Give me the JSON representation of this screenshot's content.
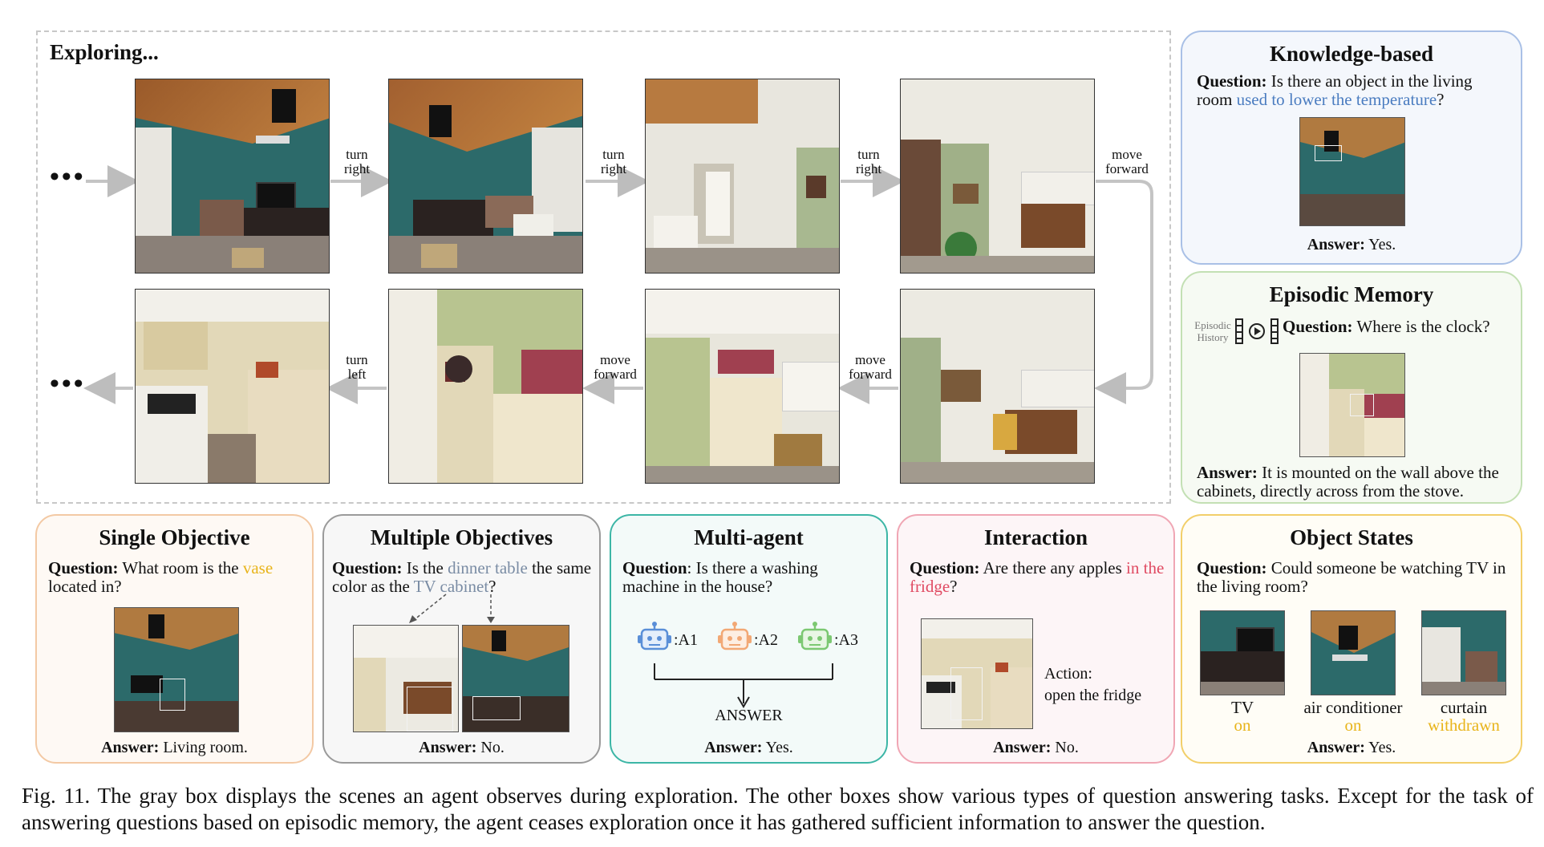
{
  "exploring": {
    "title": "Exploring...",
    "ellipsis": "•••",
    "actions": {
      "turn_right": [
        "turn",
        "right"
      ],
      "move_forward": [
        "move",
        "forward"
      ],
      "turn_left": [
        "turn",
        "left"
      ]
    }
  },
  "knowledge": {
    "title": "Knowledge-based",
    "q_label": "Question:",
    "q_pre": " Is there an object in the living room ",
    "q_hl": "used to lower the temperature",
    "q_post": "?",
    "a_label": "Answer:",
    "a_text": " Yes."
  },
  "episodic": {
    "title": "Episodic Memory",
    "history_label_1": "Episodic",
    "history_label_2": "History",
    "q_label": "Question:",
    "q_text": " Where is the clock?",
    "a_label": "Answer:",
    "a_text": " It is mounted on the wall above the cabinets, directly across from the stove."
  },
  "single": {
    "title": "Single Objective",
    "q_label": "Question:",
    "q_pre": " What room is the ",
    "q_hl": "vase",
    "q_post": " located in?",
    "a_label": "Answer:",
    "a_text": " Living room."
  },
  "multiple": {
    "title": "Multiple Objectives",
    "q_label": "Question:",
    "q_pre": " Is the ",
    "q_hl1": "dinner table",
    "q_mid": " the same color as the ",
    "q_hl2": "TV cabinet",
    "q_post": "?",
    "a_label": "Answer:",
    "a_text": " No."
  },
  "multiagent": {
    "title": "Multi-agent",
    "q_label": "Question",
    "q_text": ": Is there a washing machine in the house?",
    "agents": [
      ":A1",
      ":A2",
      ":A3"
    ],
    "answer_node": "ANSWER",
    "a_label": "Answer:",
    "a_text": " Yes."
  },
  "interaction": {
    "title": "Interaction",
    "q_label": "Question:",
    "q_pre": " Are there any apples ",
    "q_hl": "in the fridge",
    "q_post": "?",
    "action_1": "Action:",
    "action_2": "open the fridge",
    "a_label": "Answer:",
    "a_text": " No."
  },
  "objstates": {
    "title": "Object States",
    "q_label": "Question:",
    "q_text": " Could someone be watching TV in the living room?",
    "items": [
      {
        "name": "TV",
        "state": "on"
      },
      {
        "name": "air conditioner",
        "state": "on"
      },
      {
        "name": "curtain",
        "state": "withdrawn"
      }
    ],
    "a_label": "Answer:",
    "a_text": " Yes."
  },
  "caption": "Fig. 11.  The gray box displays the scenes an agent observes during exploration. The other boxes show various types of question answering tasks. Except for the task of answering questions based on episodic memory, the agent ceases exploration once it has gathered sufficient information to answer the question.",
  "colors": {
    "knowledge_border": "#a9c0e6",
    "knowledge_bg": "#f4f7fc",
    "episodic_border": "#c3e0b4",
    "episodic_bg": "#f6faf3",
    "single_border": "#f3c9a4",
    "single_bg": "#fef9f4",
    "multiple_border": "#9a9a9a",
    "multiple_bg": "#f7f7f7",
    "multiagent_border": "#3cb6a6",
    "multiagent_bg": "#f3faf9",
    "interaction_border": "#f0a6b4",
    "interaction_bg": "#fdf5f7",
    "objstates_border": "#f2cf6a",
    "objstates_bg": "#fffdf6",
    "robot_blue": "#5a8fd8",
    "robot_orange": "#f2a875",
    "robot_green": "#7cc872"
  }
}
